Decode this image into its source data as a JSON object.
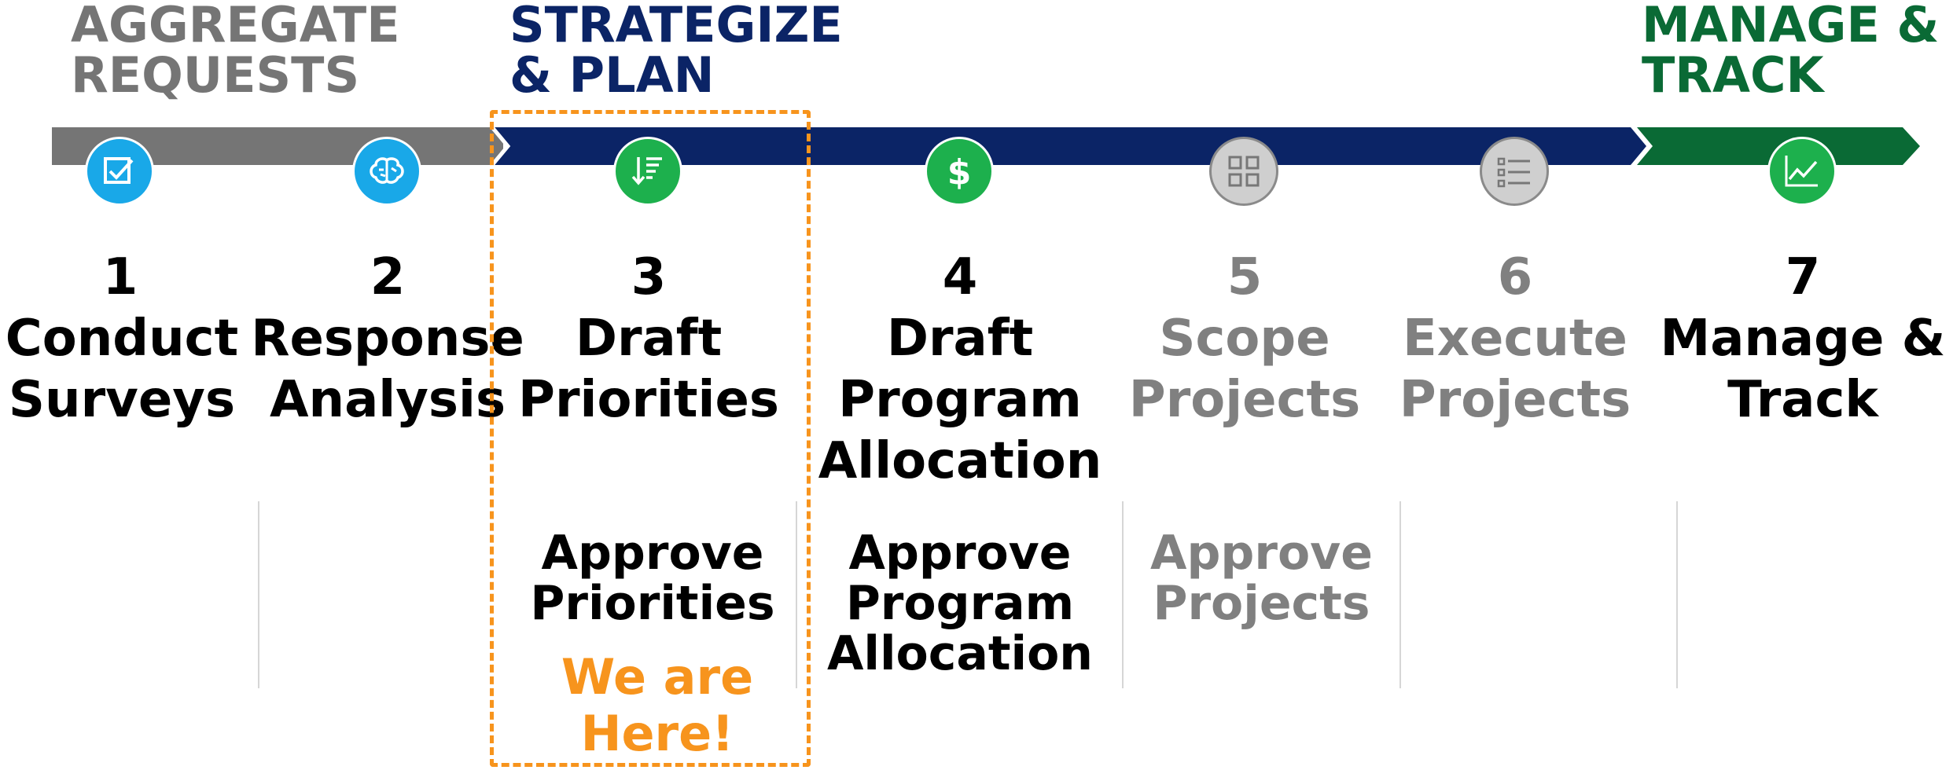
{
  "phases": [
    {
      "label": "AGGREGATE\nREQUESTS",
      "color": "#757575"
    },
    {
      "label": "STRATEGIZE\n& PLAN",
      "color": "#0b2466"
    },
    {
      "label": "MANAGE &\nTRACK",
      "color": "#0a6a35"
    }
  ],
  "steps": [
    {
      "number": "1",
      "title": "Conduct\nSurveys",
      "color": "#000000",
      "icon": "checkbox-icon",
      "icon_color": "#19a8e8"
    },
    {
      "number": "2",
      "title": "Response\nAnalysis",
      "color": "#000000",
      "icon": "brain-icon",
      "icon_color": "#19a8e8"
    },
    {
      "number": "3",
      "title": "Draft\nPriorities",
      "color": "#000000",
      "icon": "sort-list-icon",
      "icon_color": "#1db04d"
    },
    {
      "number": "4",
      "title": "Draft\nProgram\nAllocation",
      "color": "#000000",
      "icon": "dollar-icon",
      "icon_color": "#1db04d"
    },
    {
      "number": "5",
      "title": "Scope\nProjects",
      "color": "#808080",
      "icon": "grid-icon",
      "icon_color": "#cfcfcf"
    },
    {
      "number": "6",
      "title": "Execute\nProjects",
      "color": "#808080",
      "icon": "list-icon",
      "icon_color": "#cfcfcf"
    },
    {
      "number": "7",
      "title": "Manage &\nTrack",
      "color": "#000000",
      "icon": "chart-line-icon",
      "icon_color": "#1db04d"
    }
  ],
  "approvals": [
    {
      "label": "Approve\nPriorities",
      "color": "#000000"
    },
    {
      "label": "Approve\nProgram\nAllocation",
      "color": "#000000"
    },
    {
      "label": "Approve\nProjects",
      "color": "#808080"
    }
  ],
  "marker": {
    "label": "We are\nHere!",
    "color": "#f7941d"
  },
  "colors": {
    "gray_bar": "#757575",
    "navy_bar": "#0b2466",
    "green_bar": "#0a6a35"
  }
}
